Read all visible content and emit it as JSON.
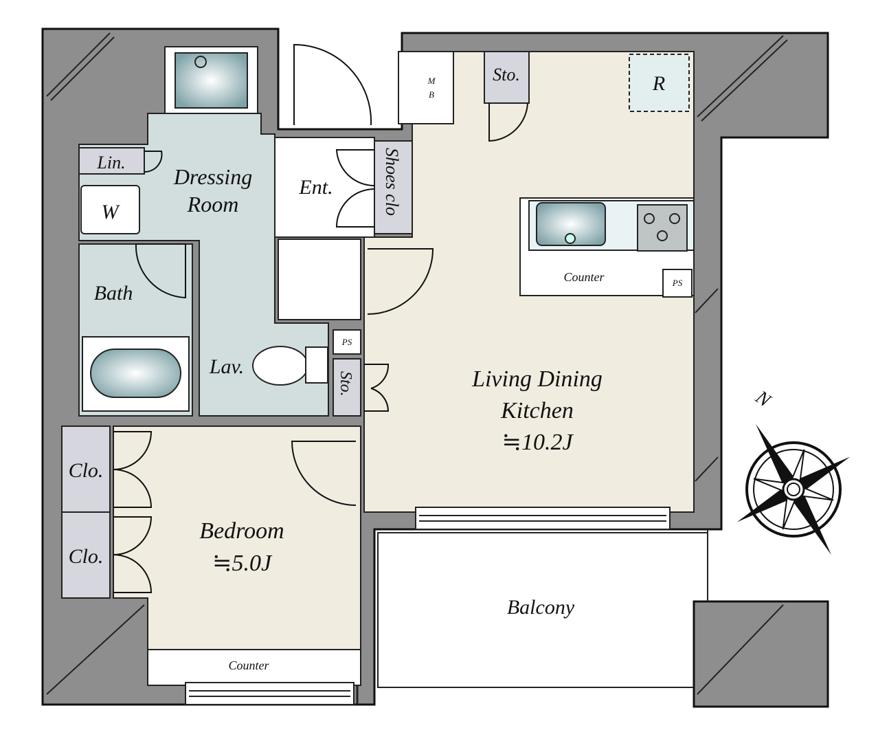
{
  "rooms": {
    "dressing_room": [
      "Dressing",
      "Room"
    ],
    "linen": "Lin.",
    "washer": "W",
    "bath": "Bath",
    "lavatory": "Lav.",
    "entrance": "Ent.",
    "shoes_closet": "Shoes clo",
    "meter_box": [
      "M",
      "B"
    ],
    "storage_top": "Sto.",
    "storage_hall": "Sto.",
    "refrigerator": "R",
    "pipe_space_hall": "PS",
    "pipe_space_kitchen": "PS",
    "kitchen_counter": "Counter",
    "ldk": [
      "Living Dining",
      "Kitchen",
      "≒10.2J"
    ],
    "closet_1": "Clo.",
    "closet_2": "Clo.",
    "bedroom": [
      "Bedroom",
      "≒5.0J"
    ],
    "bedroom_counter": "Counter",
    "balcony": "Balcony"
  },
  "compass": {
    "north_label": "N"
  },
  "colors": {
    "wall": "#8e8e8e",
    "living": "#f1ece0",
    "wet": "#d2dede",
    "storage": "#d6d6de"
  }
}
